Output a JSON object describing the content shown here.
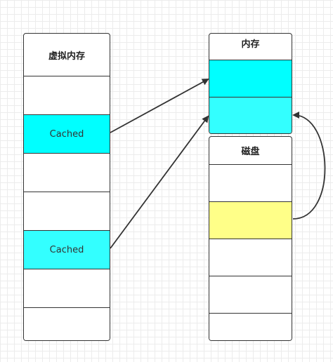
{
  "virtual_memory": {
    "title": "虚拟内存",
    "cells": [
      {
        "label": "",
        "fill": "#ffffff"
      },
      {
        "label": "Cached",
        "fill": "#00ffff"
      },
      {
        "label": "",
        "fill": "#ffffff"
      },
      {
        "label": "",
        "fill": "#ffffff"
      },
      {
        "label": "Cached",
        "fill": "#33ffff"
      },
      {
        "label": "",
        "fill": "#ffffff"
      },
      {
        "label": "",
        "fill": "#ffffff"
      }
    ]
  },
  "memory": {
    "title": "内存",
    "cells": [
      {
        "label": "",
        "fill": "#00ffff"
      },
      {
        "label": "",
        "fill": "#33ffff"
      }
    ]
  },
  "disk": {
    "title": "磁盘",
    "cells": [
      {
        "label": "",
        "fill": "#ffffff"
      },
      {
        "label": "",
        "fill": "#ffff88"
      },
      {
        "label": "",
        "fill": "#ffffff"
      },
      {
        "label": "",
        "fill": "#ffffff"
      },
      {
        "label": "",
        "fill": "#ffffff"
      }
    ]
  },
  "colors": {
    "line": "#333333"
  }
}
